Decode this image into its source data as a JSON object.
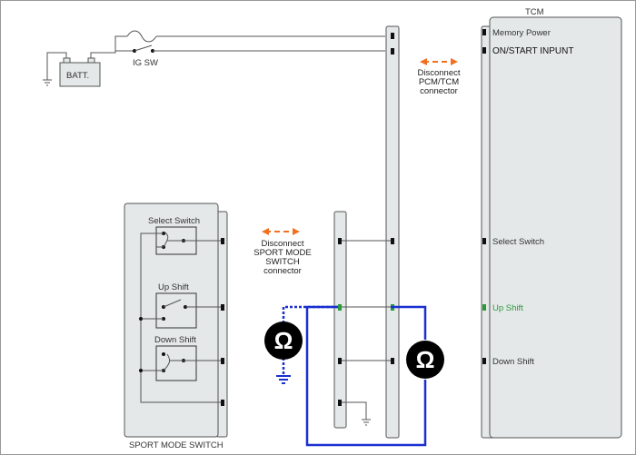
{
  "labels": {
    "batt": "BATT.",
    "ig_sw": "IG SW",
    "tcm_title": "TCM",
    "tcm_memory_power": "Memory Power",
    "tcm_on_start": "ON/START  INPUNT",
    "tcm_select_switch": "Select Switch",
    "tcm_up_shift": "Up  Shift",
    "tcm_down_shift": "Down  Shift",
    "pcm_disconnect": [
      "Disconnect",
      "PCM/TCM",
      "connector"
    ],
    "sms_disconnect": [
      "Disconnect",
      "SPORT MODE",
      "SWITCH",
      "connector"
    ],
    "sw_select": "Select Switch",
    "sw_up": "Up  Shift",
    "sw_down": "Down  Shift",
    "sport_mode_switch": "SPORT MODE SWITCH"
  },
  "meters": [
    {
      "symbol": "Ω"
    },
    {
      "symbol": "Ω"
    }
  ],
  "colors": {
    "panel_fill": "#e4e8e8",
    "panel_stroke": "#555555",
    "wire": "#555555",
    "probe_wire": "#1a2fd0",
    "arrow": "#f07020",
    "up_shift_highlight": "#2a9a3a",
    "meter": "#000000"
  }
}
